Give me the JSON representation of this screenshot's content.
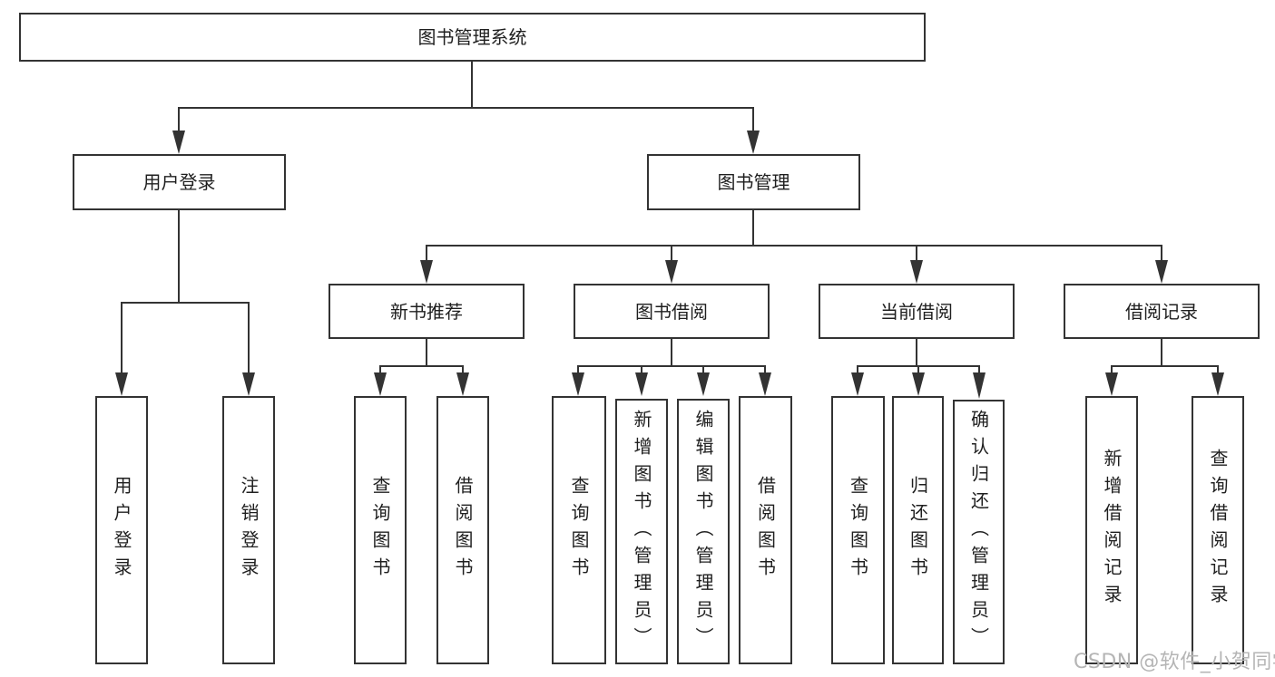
{
  "diagram": {
    "root": {
      "label": "图书管理系统"
    },
    "level2": [
      {
        "label": "用户登录"
      },
      {
        "label": "图书管理"
      }
    ],
    "level3": [
      {
        "label": "新书推荐",
        "parent": "图书管理"
      },
      {
        "label": "图书借阅",
        "parent": "图书管理"
      },
      {
        "label": "当前借阅",
        "parent": "图书管理"
      },
      {
        "label": "借阅记录",
        "parent": "图书管理"
      }
    ],
    "leaves": [
      {
        "label": "用户登录",
        "parent": "用户登录"
      },
      {
        "label": "注销登录",
        "parent": "用户登录"
      },
      {
        "label": "查询图书",
        "parent": "新书推荐"
      },
      {
        "label": "借阅图书",
        "parent": "新书推荐"
      },
      {
        "label": "查询图书",
        "parent": "图书借阅"
      },
      {
        "label": "新增图书（管理员）",
        "parent": "图书借阅"
      },
      {
        "label": "编辑图书（管理员）",
        "parent": "图书借阅"
      },
      {
        "label": "借阅图书",
        "parent": "图书借阅"
      },
      {
        "label": "查询图书",
        "parent": "当前借阅"
      },
      {
        "label": "归还图书",
        "parent": "当前借阅"
      },
      {
        "label": "确认归还（管理员）",
        "parent": "当前借阅"
      },
      {
        "label": "新增借阅记录",
        "parent": "借阅记录"
      },
      {
        "label": "查询借阅记录",
        "parent": "借阅记录"
      }
    ]
  },
  "watermark": {
    "text": "CSDN @软件_小贺同学"
  },
  "colors": {
    "line": "#333333",
    "box_border": "#333333",
    "box_background": "#ffffff",
    "text": "#1f1f1f",
    "watermark": "#b5b5b5"
  }
}
